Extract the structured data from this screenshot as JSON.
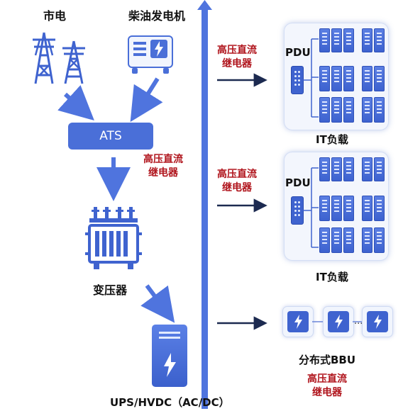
{
  "title_mains": "市电",
  "title_generator": "柴油发电机",
  "ats_label": "ATS",
  "relay_left": [
    "高压直流",
    "继电器"
  ],
  "transformer_label": "变压器",
  "ups_label": "UPS/HVDC（AC/DC）",
  "relay_top": [
    "高压直流",
    "继电器"
  ],
  "relay_mid": [
    "高压直流",
    "继电器"
  ],
  "pdu_top_label": "PDU",
  "pdu_mid_label": "PDU",
  "it_load_top": "IT负载",
  "it_load_mid": "IT负载",
  "bbu_label": "分布式BBU",
  "relay_bottom": [
    "高压直流",
    "继电器"
  ],
  "dots": "...",
  "colors": {
    "accent_blue": "#4a6fd8",
    "bus_blue": "#4f74de",
    "relay_red": "#b0141c"
  },
  "icons": [
    "transmission-tower-icon",
    "generator-icon",
    "transformer-icon",
    "ups-server-icon",
    "lightning-icon",
    "server-rack-icon",
    "battery-bbu-icon"
  ]
}
